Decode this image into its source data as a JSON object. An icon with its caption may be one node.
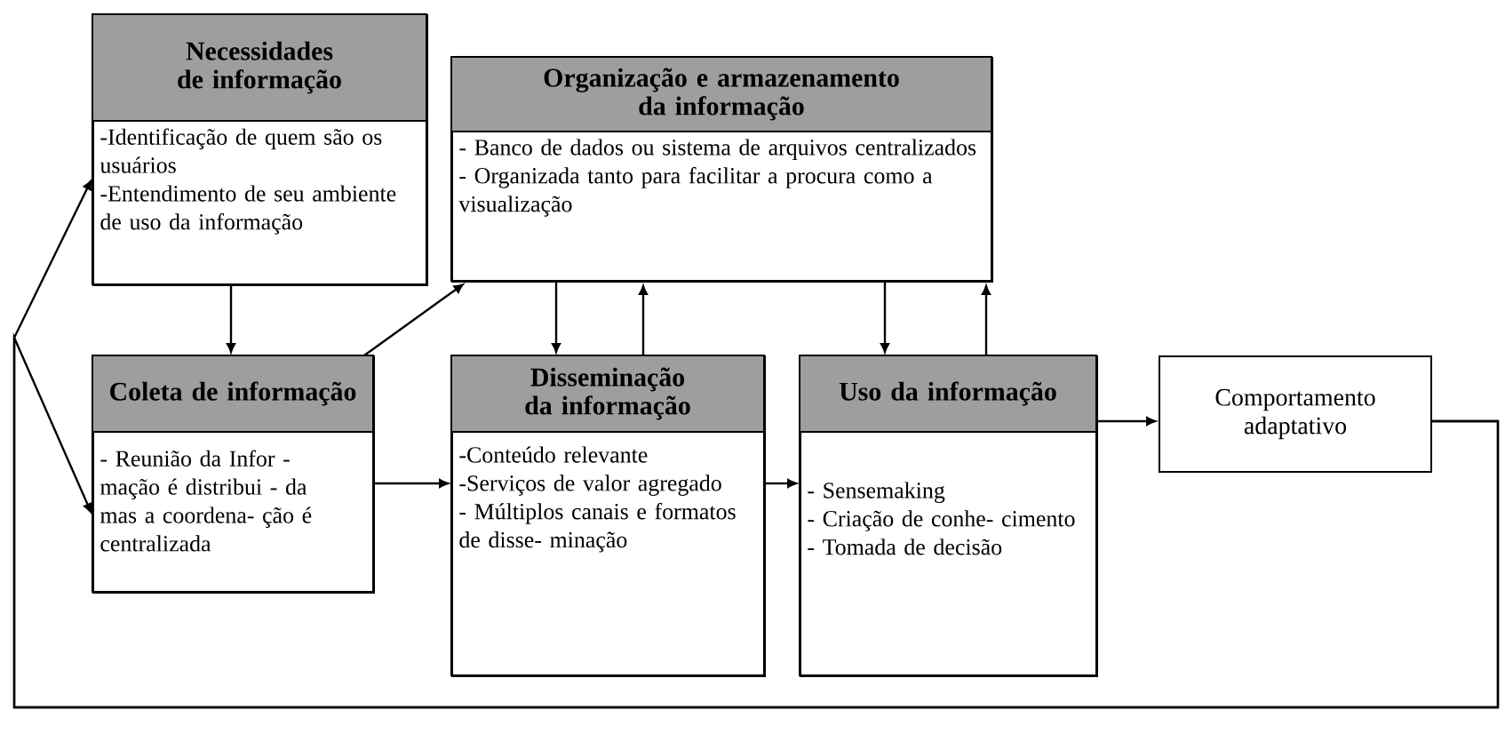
{
  "diagram": {
    "nodes": [
      {
        "text": [
          "Necessidades de informação",
          "-Identificação de quem são os usuários",
          "-Entendimento de seu ambiente de uso da informação"
        ]
      },
      {
        "text": [
          "Organização e armazenamento da informação",
          "- Banco de dados ou sistema de arquivos centralizados",
          "- Organizada tanto para facilitar a procura como a visualização"
        ]
      },
      {
        "text": [
          "Coleta de informação",
          "- Reunião da Infor - mação é distribui - da mas a coordena- ção é centralizada"
        ]
      },
      {
        "text": [
          "Disseminação da informação",
          "-Conteúdo relevante",
          "-Serviços de valor agregado",
          "- Múltiplos canais e formatos de disse- minação"
        ]
      },
      {
        "text": [
          "Uso da informação",
          "- Sensemaking",
          "- Criação de conhe- cimento",
          "- Tomada de decisão"
        ]
      },
      {
        "text": [
          "Comportamento adaptativo"
        ]
      }
    ],
    "edges": [
      {
        "from": 0,
        "to": 2,
        "arrow": "to"
      },
      {
        "from": 2,
        "to": 1,
        "arrow": "to"
      },
      {
        "from": 1,
        "to": 3,
        "arrow": "to"
      },
      {
        "from": 3,
        "to": 1,
        "arrow": "to"
      },
      {
        "from": 1,
        "to": 4,
        "arrow": "to"
      },
      {
        "from": 4,
        "to": 1,
        "arrow": "to"
      },
      {
        "from": 2,
        "to": 3,
        "arrow": "to"
      },
      {
        "from": 3,
        "to": 4,
        "arrow": "to"
      },
      {
        "from": 4,
        "to": 5,
        "arrow": "to"
      },
      {
        "from": 5,
        "to": 0,
        "arrow": "to"
      },
      {
        "from": 5,
        "to": 2,
        "arrow": "to"
      }
    ]
  }
}
